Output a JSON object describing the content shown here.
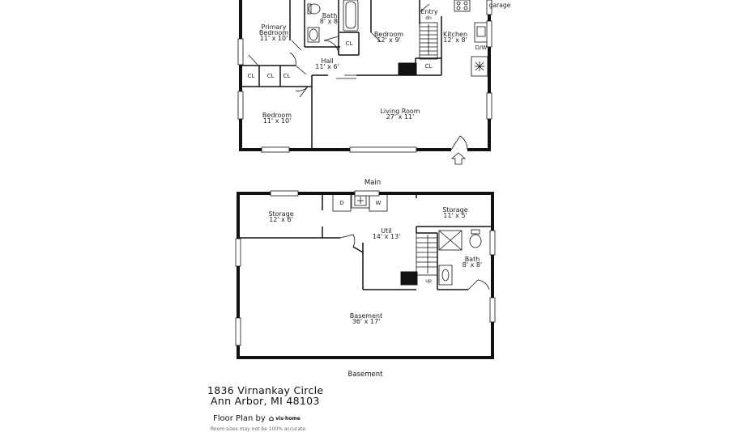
{
  "floors": [
    {
      "name": "Main",
      "rooms": [
        {
          "id": "primary-bedroom",
          "name": "Primary Bedroom",
          "dims": "11' x 10'"
        },
        {
          "id": "bath-main",
          "name": "Bath",
          "dims": "8' x 8'"
        },
        {
          "id": "bedroom-2",
          "name": "Bedroom",
          "dims": "12' x 9'"
        },
        {
          "id": "entry",
          "name": "Entry",
          "dims": ""
        },
        {
          "id": "kitchen",
          "name": "Kitchen",
          "dims": "12' x 8'"
        },
        {
          "id": "hall",
          "name": "Hall",
          "dims": "11' x 6'"
        },
        {
          "id": "bedroom-3",
          "name": "Bedroom",
          "dims": "11' x 10'"
        },
        {
          "id": "living-room",
          "name": "Living Room",
          "dims": "27' x 11'"
        }
      ],
      "tags": {
        "closet": "CL",
        "stairs_down": "dn",
        "dishwasher": "D/W",
        "garage": "garage"
      }
    },
    {
      "name": "Basement",
      "rooms": [
        {
          "id": "storage-1",
          "name": "Storage",
          "dims": "12' x 6'"
        },
        {
          "id": "storage-2",
          "name": "Storage",
          "dims": "11' x 5'"
        },
        {
          "id": "util",
          "name": "Util",
          "dims": "14' x 13'"
        },
        {
          "id": "bath-basement",
          "name": "Bath",
          "dims": "8' x 8'"
        },
        {
          "id": "basement",
          "name": "Basement",
          "dims": "36' x 17'"
        }
      ],
      "tags": {
        "dryer": "D",
        "washer": "W",
        "stairs_up": "up"
      }
    }
  ],
  "address": {
    "line1": "1836 Virnankay Circle",
    "line2": "Ann Arbor, MI 48103"
  },
  "credit": {
    "label": "Floor Plan by",
    "brand": "vis·home"
  },
  "disclaimer": "Room sizes may not be 100% accurate."
}
